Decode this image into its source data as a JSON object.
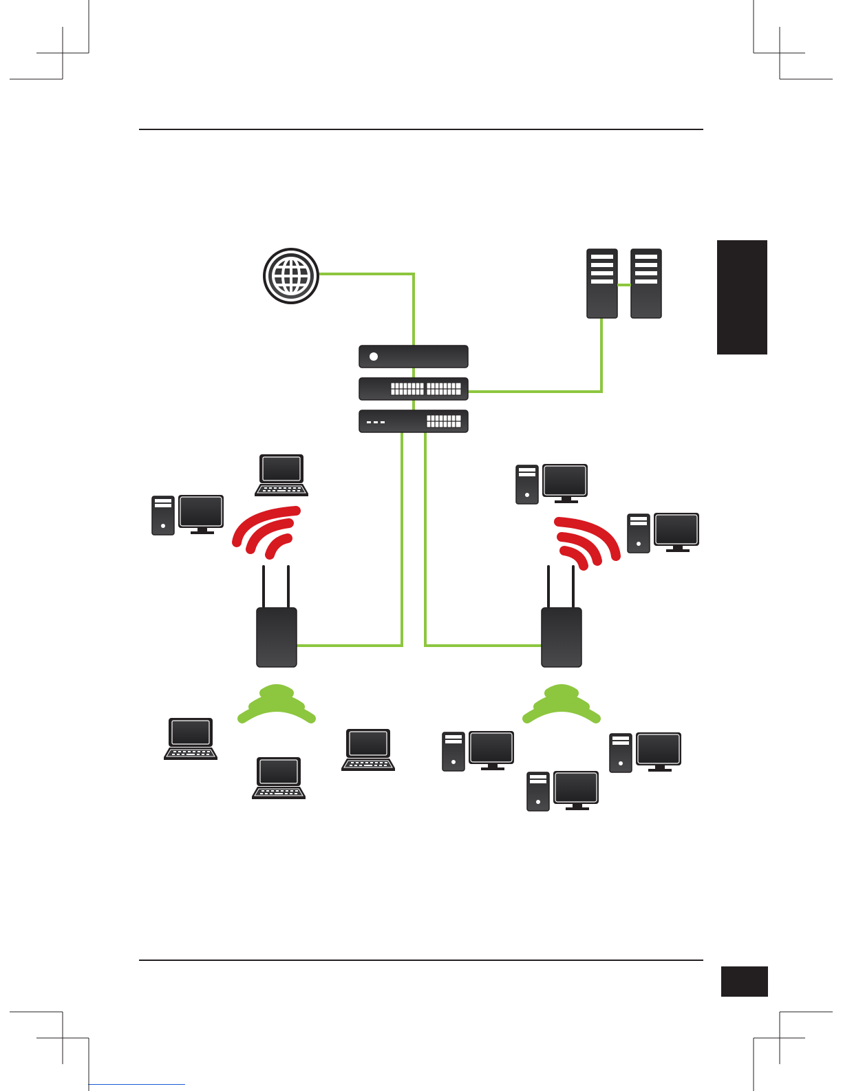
{
  "colors": {
    "link": "#8dc63f",
    "device": "#3a3a3c",
    "wifi_red": "#d71920",
    "wifi_green": "#8dc63f",
    "ink": "#231f20"
  },
  "icons": {
    "internet": "globe-icon",
    "servers": "server-icon",
    "router": "router-icon",
    "switch": "switch-icon",
    "access_point": "access-point-icon",
    "laptop": "laptop-icon",
    "desktop": "desktop-icon"
  },
  "nodes": {
    "internet": "globe",
    "servers": 2,
    "core_stack": [
      "router",
      "switch",
      "switch"
    ],
    "access_points": 2,
    "left_clients_upper": [
      "laptop",
      "desktop"
    ],
    "left_clients_lower": [
      "laptop",
      "laptop",
      "laptop"
    ],
    "right_clients_upper": [
      "desktop",
      "desktop"
    ],
    "right_clients_lower": [
      "desktop",
      "desktop",
      "desktop"
    ]
  },
  "wireless": {
    "upper_signal_color": "red",
    "lower_signal_color": "green"
  }
}
